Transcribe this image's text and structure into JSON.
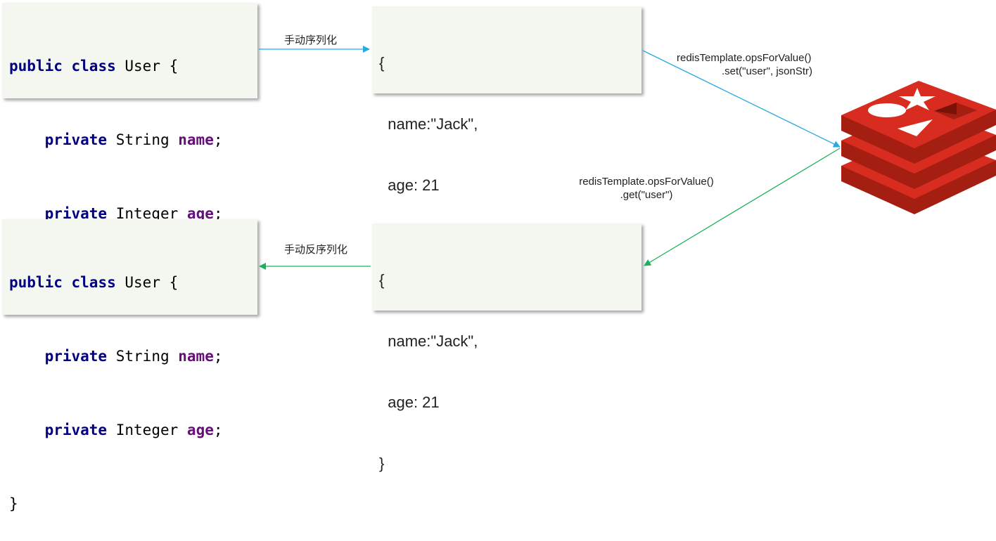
{
  "class_cards": [
    {
      "line1": {
        "kw1": "public",
        "kw2": "class",
        "name": "User",
        "brace": "{"
      },
      "line2": {
        "kw": "private",
        "type": "String",
        "field": "name",
        "semi": ";"
      },
      "line3": {
        "kw": "private",
        "type": "Integer",
        "field": "age",
        "semi": ";"
      },
      "line4": "}"
    },
    {
      "line1": {
        "kw1": "public",
        "kw2": "class",
        "name": "User",
        "brace": "{"
      },
      "line2": {
        "kw": "private",
        "type": "String",
        "field": "name",
        "semi": ";"
      },
      "line3": {
        "kw": "private",
        "type": "Integer",
        "field": "age",
        "semi": ";"
      },
      "line4": "}"
    }
  ],
  "json_cards": [
    {
      "open": "{",
      "name_line": "name:\"Jack\",",
      "age_line": "age: 21",
      "close": "}"
    },
    {
      "open": "{",
      "name_line": "name:\"Jack\",",
      "age_line": "age: 21",
      "close": "}"
    }
  ],
  "arrows": {
    "serialize_label": "手动序列化",
    "deserialize_label": "手动反序列化",
    "set_call": [
      "redisTemplate.opsForValue()",
      ".set(\"user\", jsonStr)"
    ],
    "get_call": [
      "redisTemplate.opsForValue()",
      ".get(\"user\")"
    ]
  },
  "colors": {
    "serialize_arrow": "#29a9e1",
    "deserialize_arrow": "#1eb05a",
    "redis_red": "#d82c20",
    "redis_dark": "#a41e11",
    "card_bg": "#f3f7f0"
  },
  "icons": {
    "redis_logo": "redis-logo-icon"
  }
}
